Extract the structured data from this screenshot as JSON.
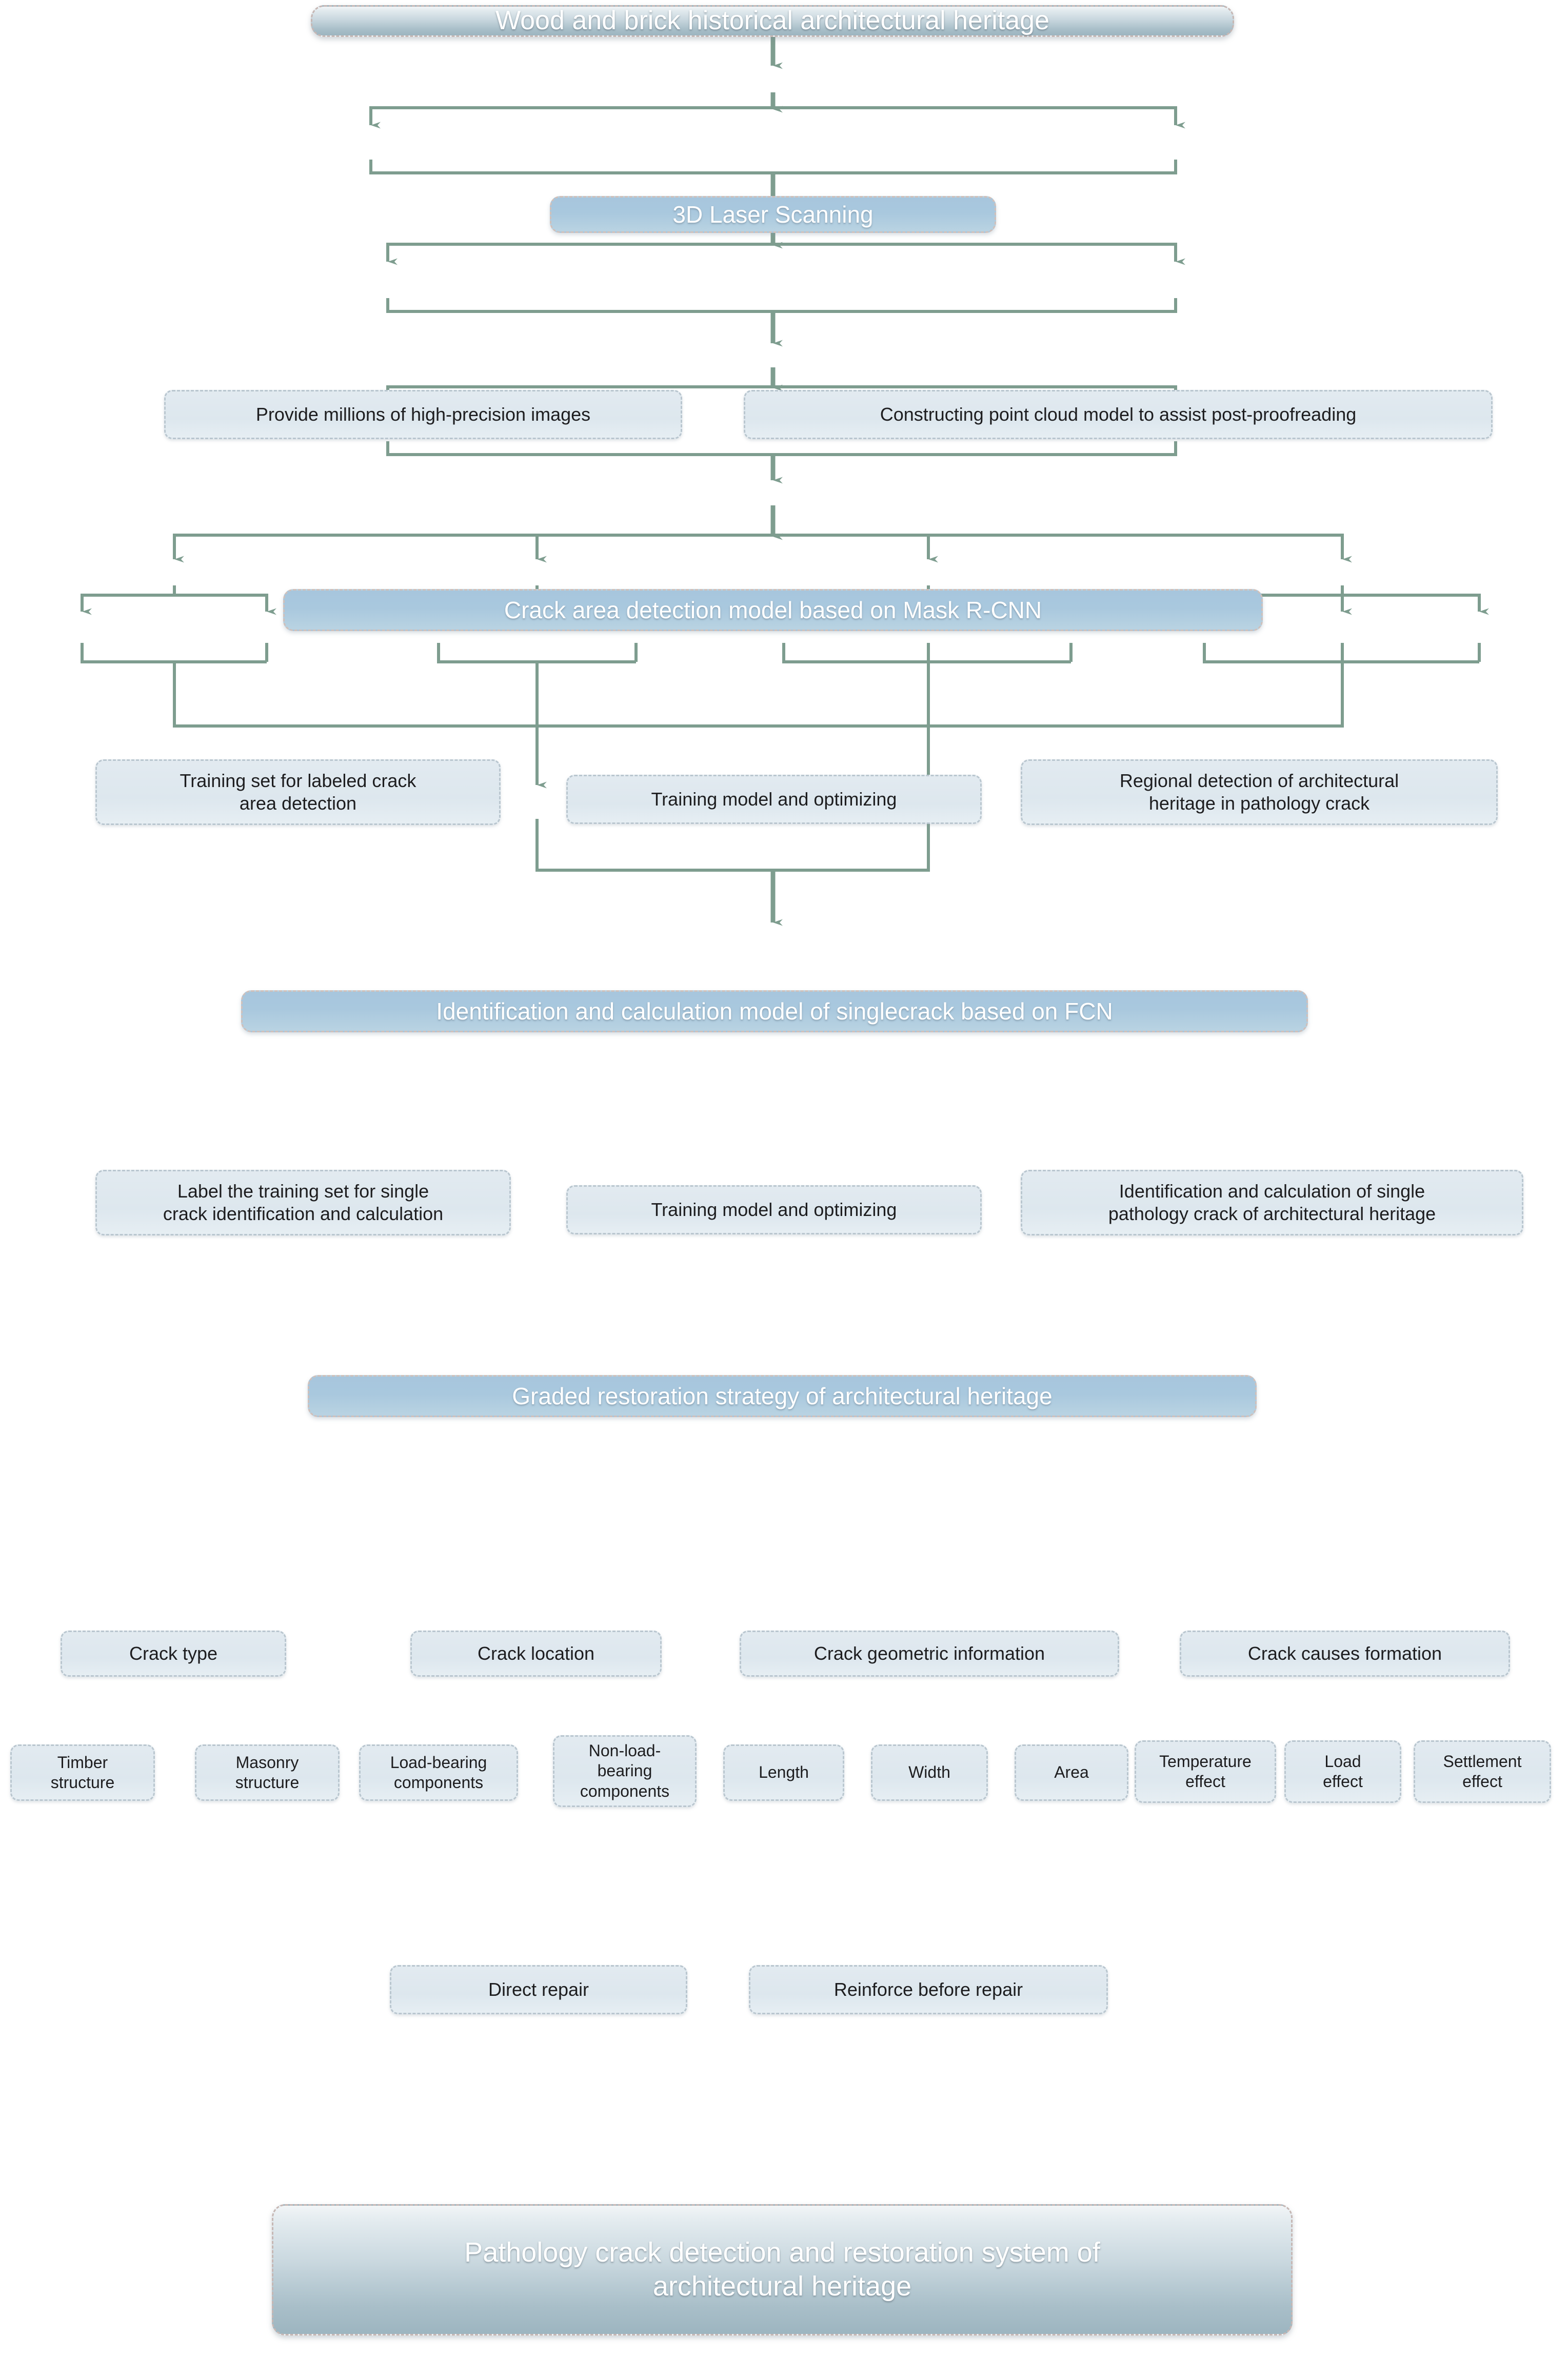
{
  "diagram": {
    "title": "Pathology crack detection and restoration system flowchart",
    "colors": {
      "connector": "#7e9d8f",
      "terminator_text": "#ffffff",
      "stage_fill": "#a9c8de",
      "process_fill": "#e1eaf0",
      "process_text": "#1d1d1f",
      "dashed_border": "#b9c6cf"
    }
  },
  "nodes": {
    "start": {
      "label": "Wood and brick historical architectural heritage"
    },
    "scan": {
      "label": "3D Laser Scanning"
    },
    "scan_out_left": {
      "label": "Provide millions of high-precision images"
    },
    "scan_out_right": {
      "label": "Constructing point cloud model to assist post-proofreading"
    },
    "maskrcnn": {
      "label": "Crack area detection model based on Mask R-CNN"
    },
    "maskrcnn_a": {
      "label": "Training set for labeled crack\narea detection"
    },
    "maskrcnn_b": {
      "label": "Training model and optimizing"
    },
    "maskrcnn_c": {
      "label": "Regional detection of architectural\nheritage in pathology crack"
    },
    "fcn": {
      "label": "Identification and calculation model of singlecrack based on FCN"
    },
    "fcn_a": {
      "label": "Label the training set for single\ncrack identification and calculation"
    },
    "fcn_b": {
      "label": "Training model and optimizing"
    },
    "fcn_c": {
      "label": "Identification and calculation of single\npathology crack of architectural heritage"
    },
    "graded": {
      "label": "Graded restoration strategy of architectural heritage"
    },
    "cat_type": {
      "label": "Crack type"
    },
    "cat_location": {
      "label": "Crack location"
    },
    "cat_geometry": {
      "label": "Crack geometric information"
    },
    "cat_causes": {
      "label": "Crack causes formation"
    },
    "leaf_timber": {
      "label": "Timber\nstructure"
    },
    "leaf_masonry": {
      "label": "Masonry\nstructure"
    },
    "leaf_loadbearing": {
      "label": "Load-bearing\ncomponents"
    },
    "leaf_nonloadbearing": {
      "label": "Non-load-\nbearing\ncomponents"
    },
    "leaf_length": {
      "label": "Length"
    },
    "leaf_width": {
      "label": "Width"
    },
    "leaf_area": {
      "label": "Area"
    },
    "leaf_temperature": {
      "label": "Temperature\neffect"
    },
    "leaf_load": {
      "label": "Load\neffect"
    },
    "leaf_settlement": {
      "label": "Settlement\neffect"
    },
    "direct_repair": {
      "label": "Direct repair"
    },
    "reinforce_repair": {
      "label": "Reinforce before repair"
    },
    "end": {
      "label": "Pathology crack detection and restoration system of\narchitectural heritage"
    }
  }
}
